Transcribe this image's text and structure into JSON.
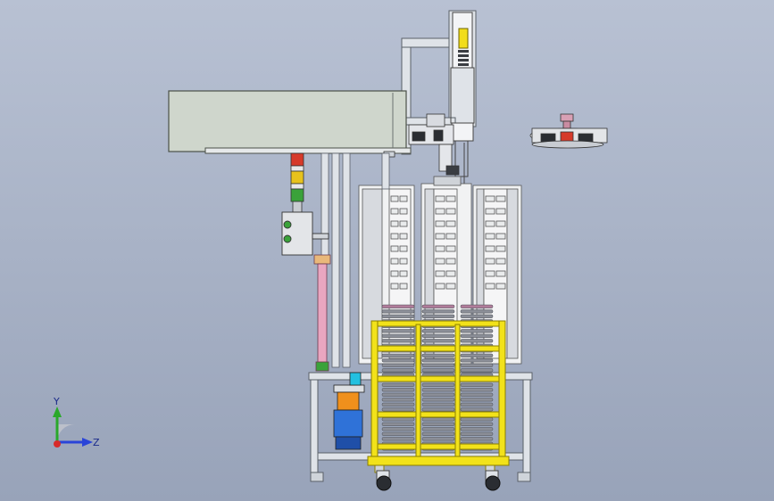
{
  "viewport": {
    "background_top": "#b8c1d3",
    "background_bottom": "#98a3b9"
  },
  "model": {
    "components": [
      "upper-frame",
      "tool-housing-box",
      "vertical-lift-column",
      "stack-tower-left",
      "stack-tower-center",
      "stack-tower-right",
      "signal-light-tower",
      "control-box",
      "pneumatic-cylinder",
      "motor-unit",
      "yellow-cart",
      "base-frame",
      "floating-gripper-assembly"
    ],
    "colors": {
      "frame": "#dfe3e8",
      "frame_edge": "#5a6068",
      "housing": "#cfd6cc",
      "cart_yellow": "#f2e21a",
      "cart_edge": "#8a7e00",
      "brick": "#eceeee",
      "disc": "#8b8e97",
      "disc_top": "#b07c9a",
      "light_red": "#d63a2a",
      "light_yellow": "#e7c21c",
      "light_green": "#3aa23a",
      "cylinder_pink": "#e9a6c0",
      "motor_blue": "#2f72d8",
      "motor_orange": "#f0901c",
      "column_yellow": "#f2dd1a"
    }
  },
  "triad": {
    "y_label": "Y",
    "z_label": "Z",
    "y_color": "#2aa82a",
    "z_color": "#2a44d8",
    "origin_color": "#d82a2a"
  }
}
